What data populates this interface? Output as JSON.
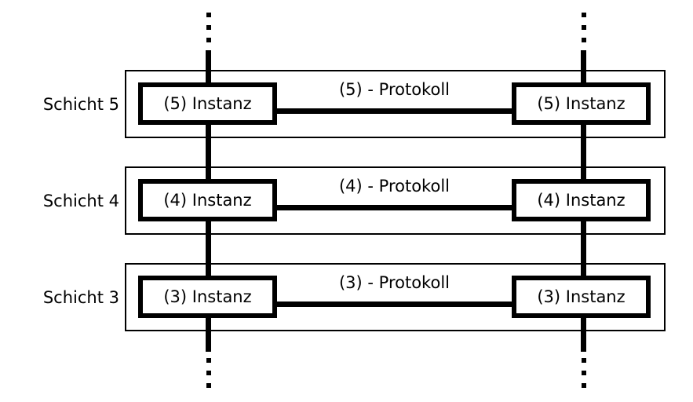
{
  "diagram": {
    "title_semantic": "layer-protocol-diagram",
    "colors": {
      "background": "#ffffff",
      "line": "#000000",
      "text": "#000000"
    },
    "icons": {
      "continuation": "vertical-ellipsis-dots"
    },
    "layers": [
      {
        "label": "Schicht 5",
        "left_instance": "(5) Instanz",
        "protocol": "(5) - Protokoll",
        "right_instance": "(5) Instanz"
      },
      {
        "label": "Schicht 4",
        "left_instance": "(4) Instanz",
        "protocol": "(4) - Protokoll",
        "right_instance": "(4) Instanz"
      },
      {
        "label": "Schicht 3",
        "left_instance": "(3) Instanz",
        "protocol": "(3) - Protokoll",
        "right_instance": "(3) Instanz"
      }
    ]
  }
}
